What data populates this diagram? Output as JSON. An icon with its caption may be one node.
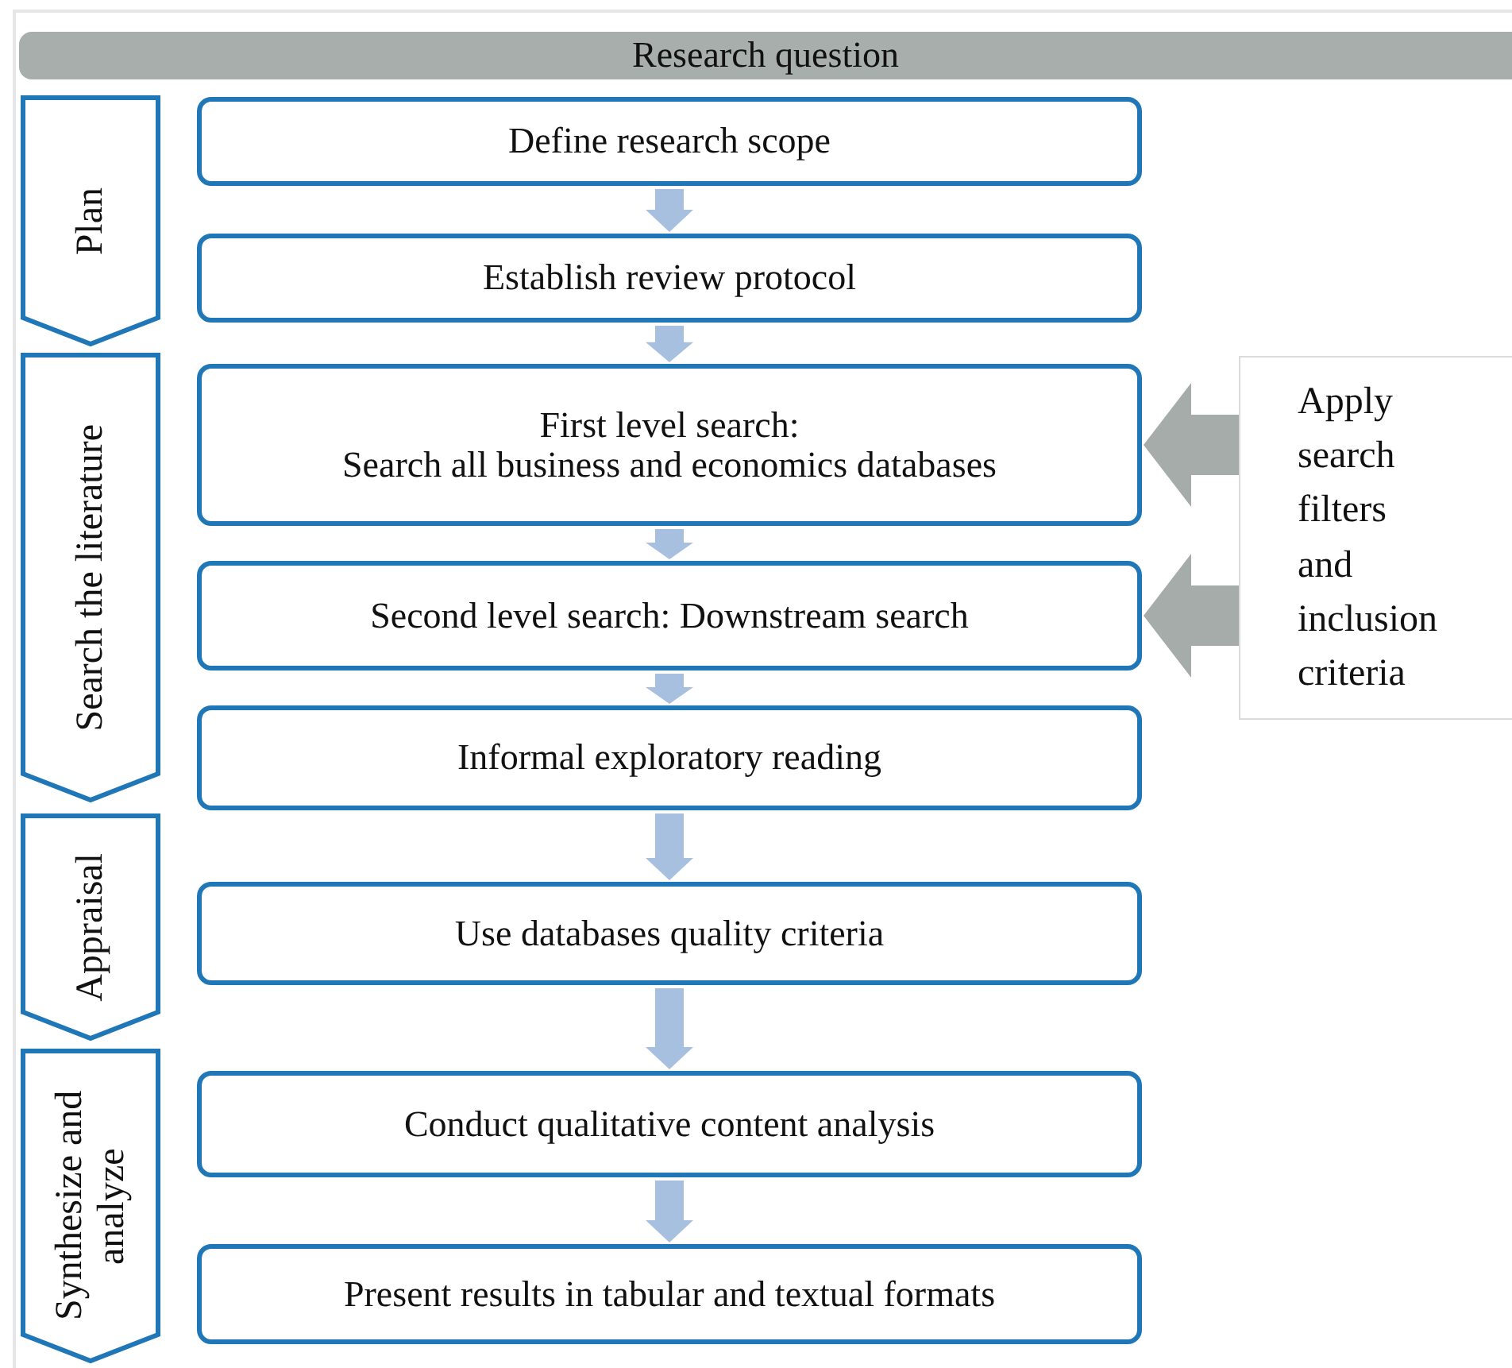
{
  "diagram": {
    "nodes": [
      {
        "text": [
          "Research question"
        ]
      },
      {
        "text": [
          "Plan"
        ]
      },
      {
        "text": [
          "Search the literature"
        ]
      },
      {
        "text": [
          "Appraisal"
        ]
      },
      {
        "text": [
          "Synthesize and analyze"
        ]
      },
      {
        "text": [
          "Define research scope"
        ]
      },
      {
        "text": [
          "Establish review protocol"
        ]
      },
      {
        "text": [
          "First level search:",
          "Search all business and economics databases"
        ]
      },
      {
        "text": [
          "Second level search: Downstream search"
        ]
      },
      {
        "text": [
          "Informal exploratory reading"
        ]
      },
      {
        "text": [
          "Use databases quality criteria"
        ]
      },
      {
        "text": [
          "Conduct qualitative content analysis"
        ]
      },
      {
        "text": [
          "Present results in tabular and textual formats"
        ]
      },
      {
        "text": [
          "Apply search filters and inclusion criteria"
        ]
      }
    ],
    "edges": [
      {
        "from": 5,
        "to": 6,
        "arrow": "to"
      },
      {
        "from": 6,
        "to": 7,
        "arrow": "to"
      },
      {
        "from": 7,
        "to": 8,
        "arrow": "to"
      },
      {
        "from": 8,
        "to": 9,
        "arrow": "to"
      },
      {
        "from": 9,
        "to": 10,
        "arrow": "to"
      },
      {
        "from": 10,
        "to": 11,
        "arrow": "to"
      },
      {
        "from": 11,
        "to": 12,
        "arrow": "to"
      },
      {
        "from": 13,
        "to": 7,
        "arrow": "to",
        "color": "#a6acaa"
      },
      {
        "from": 13,
        "to": 8,
        "arrow": "to",
        "color": "#a6acaa"
      }
    ]
  }
}
